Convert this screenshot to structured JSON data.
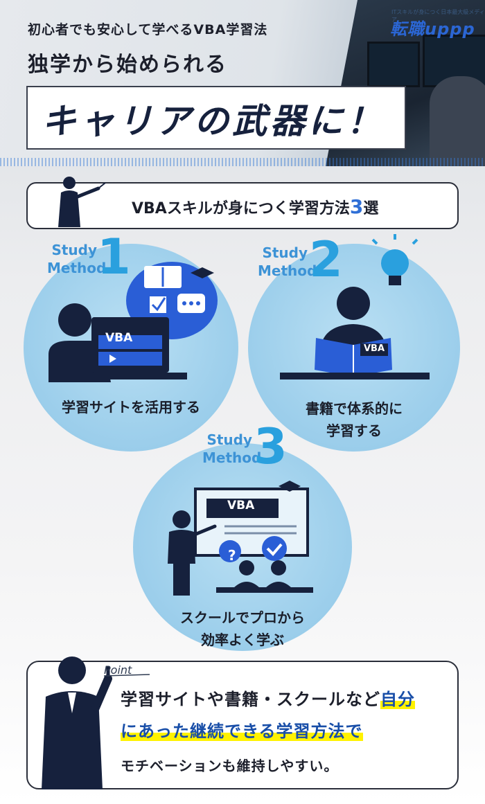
{
  "header": {
    "subtitle": "初心者でも安心して学べるVBA学習法",
    "title": "独学から始められる",
    "catch": "キャリアの武器に！",
    "logo_small": "ITスキルが身につく日本最大級メディア",
    "logo": "転職uppp"
  },
  "heading": {
    "text": "VBAスキルが身につく学習方法",
    "num": "3",
    "suffix": "選"
  },
  "methods": [
    {
      "study": "Study",
      "method": "Method",
      "num": "1",
      "lines": [
        "学習サイトを活用する"
      ],
      "screen_label": "VBA"
    },
    {
      "study": "Study",
      "method": "Method",
      "num": "2",
      "lines": [
        "書籍で体系的に",
        "学習する"
      ],
      "screen_label": "VBA"
    },
    {
      "study": "Study",
      "method": "Method",
      "num": "3",
      "lines": [
        "スクールでプロから",
        "効率よく学ぶ"
      ],
      "screen_label": "VBA"
    }
  ],
  "point": {
    "label": "Point",
    "line1_plain": "学習サイトや書籍・スクールなど",
    "line1_hl": "自分",
    "line2_hl": "にあった継続できる学習方法で",
    "line3": "モチベーションも維持しやすい。"
  },
  "colors": {
    "accent": "#2f6fd6",
    "navy": "#16213d",
    "highlight": "#fff200",
    "circle": "#a9d7ef"
  }
}
